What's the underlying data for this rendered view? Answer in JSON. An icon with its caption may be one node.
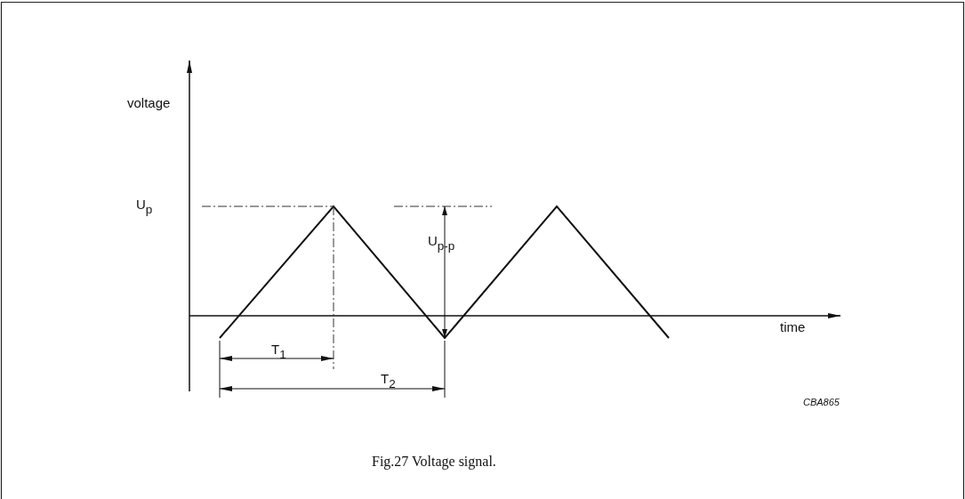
{
  "diagram": {
    "caption": "Fig.27 Voltage signal.",
    "labels": [
      "voltage",
      "U$_{p}$",
      "U$_{p-p}$",
      "time",
      "T$_{1}$",
      "T$_{2}$",
      "CBA865"
    ]
  }
}
